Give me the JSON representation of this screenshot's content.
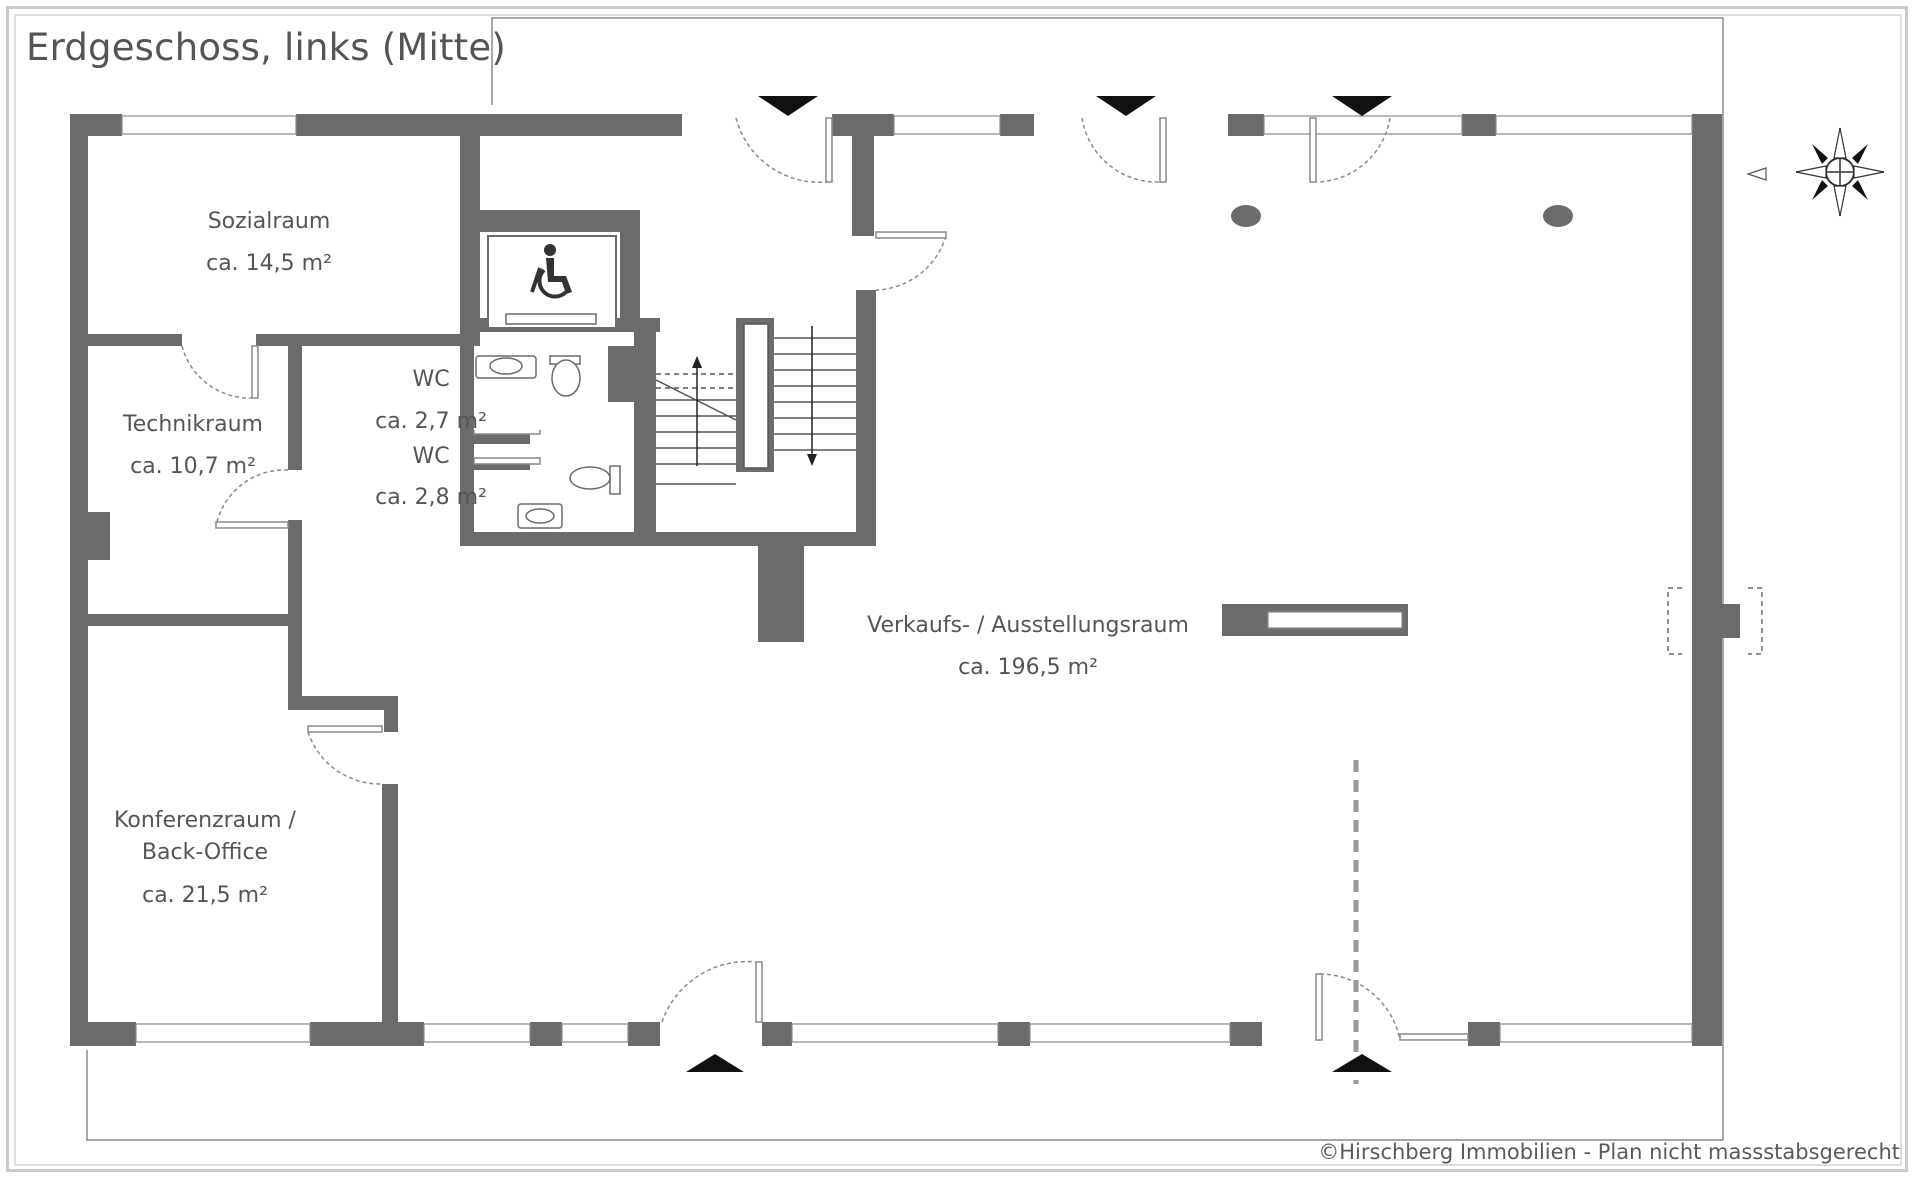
{
  "title": "Erdgeschoss, links (Mitte)",
  "copyright": "©Hirschberg Immobilien - Plan nicht massstabsgerecht",
  "rooms": {
    "sozialraum": {
      "name": "Sozialraum",
      "area": "ca. 14,5 m²"
    },
    "technikraum": {
      "name": "Technikraum",
      "area": "ca. 10,7 m²"
    },
    "wc1": {
      "name": "WC",
      "area": "ca. 2,7 m²"
    },
    "wc2": {
      "name": "WC",
      "area": "ca. 2,8 m²"
    },
    "konferenz": {
      "name_line1": "Konferenzraum /",
      "name_line2": "Back-Office",
      "area": "ca. 21,5 m²"
    },
    "verkauf": {
      "name": "Verkaufs- / Ausstellungsraum",
      "area": "ca. 196,5 m²"
    }
  },
  "colors": {
    "wall": "#6b6b6b",
    "window": "#ffffff",
    "text": "#555555",
    "frame": "#c9c9c9"
  },
  "icons": [
    "wheelchair-icon",
    "compass-icon",
    "entrance-arrow-icon"
  ]
}
